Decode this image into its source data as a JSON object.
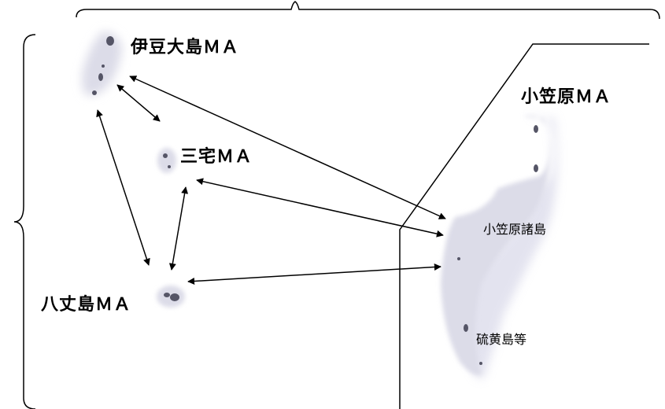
{
  "labels": {
    "izu_oshima_ma": "伊豆大島ＭＡ",
    "miyake_ma": "三宅ＭＡ",
    "hachijojima_ma": "八丈島ＭＡ",
    "ogasawara_ma": "小笠原ＭＡ",
    "ogasawara_islands": "小笠原諸島",
    "io_islands": "硫黄島等"
  },
  "colors": {
    "land_fill": "#d9d9e6",
    "land_glow": "#c8c8e0",
    "island_dark": "#555566",
    "line": "#000000"
  },
  "connections": [
    [
      "izu_oshima_ma",
      "miyake_ma"
    ],
    [
      "izu_oshima_ma",
      "hachijojima_ma"
    ],
    [
      "izu_oshima_ma",
      "ogasawara_islands"
    ],
    [
      "miyake_ma",
      "hachijojima_ma"
    ],
    [
      "miyake_ma",
      "ogasawara_islands"
    ],
    [
      "hachijojima_ma",
      "ogasawara_islands"
    ]
  ]
}
